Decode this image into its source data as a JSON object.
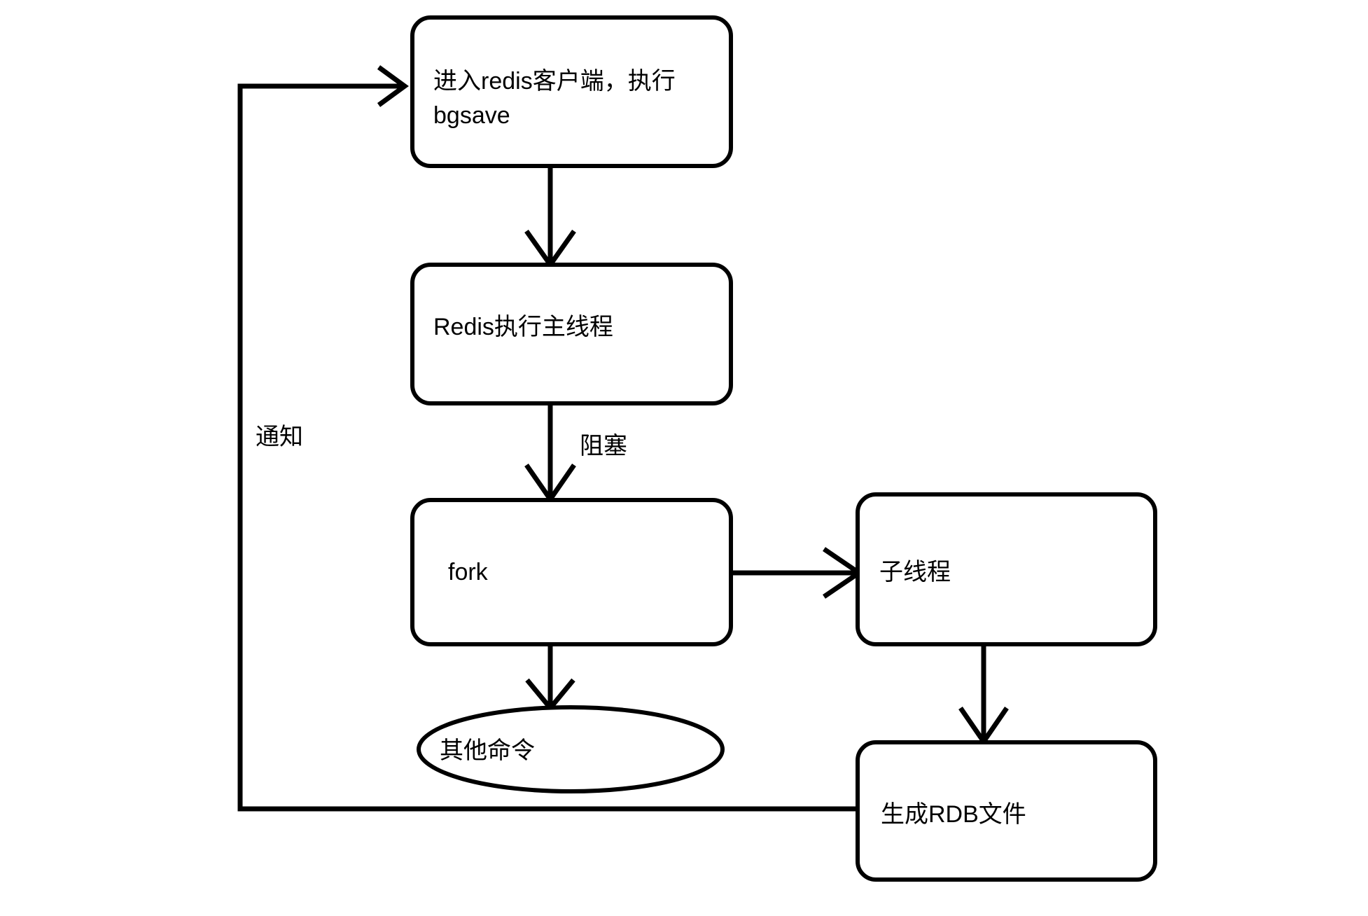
{
  "diagram": {
    "title": "Redis bgsave RDB persistence flow",
    "background_color": "#ffffff",
    "stroke_color": "#000000",
    "text_color": "#000000",
    "nodes": [
      {
        "id": "enter-redis-client",
        "shape": "rounded-rectangle",
        "label": "进入redis客户端，执行\nbgsave"
      },
      {
        "id": "redis-main-thread",
        "shape": "rounded-rectangle",
        "label": "Redis执行主线程"
      },
      {
        "id": "fork",
        "shape": "rounded-rectangle",
        "label": "fork"
      },
      {
        "id": "child-thread",
        "shape": "rounded-rectangle",
        "label": "子线程"
      },
      {
        "id": "other-commands",
        "shape": "ellipse",
        "label": "其他命令"
      },
      {
        "id": "generate-rdb-file",
        "shape": "rounded-rectangle",
        "label": "生成RDB文件"
      }
    ],
    "edges": [
      {
        "id": "edge-client-to-main",
        "from": "enter-redis-client",
        "to": "redis-main-thread",
        "label": ""
      },
      {
        "id": "edge-main-to-fork",
        "from": "redis-main-thread",
        "to": "fork",
        "label": "阻塞"
      },
      {
        "id": "edge-fork-to-child",
        "from": "fork",
        "to": "child-thread",
        "label": ""
      },
      {
        "id": "edge-fork-to-other",
        "from": "fork",
        "to": "other-commands",
        "label": ""
      },
      {
        "id": "edge-child-to-rdb",
        "from": "child-thread",
        "to": "generate-rdb-file",
        "label": ""
      },
      {
        "id": "edge-rdb-to-client",
        "from": "generate-rdb-file",
        "to": "enter-redis-client",
        "label": "通知"
      }
    ],
    "edge_labels": {
      "block": "阻塞",
      "notify": "通知"
    }
  }
}
